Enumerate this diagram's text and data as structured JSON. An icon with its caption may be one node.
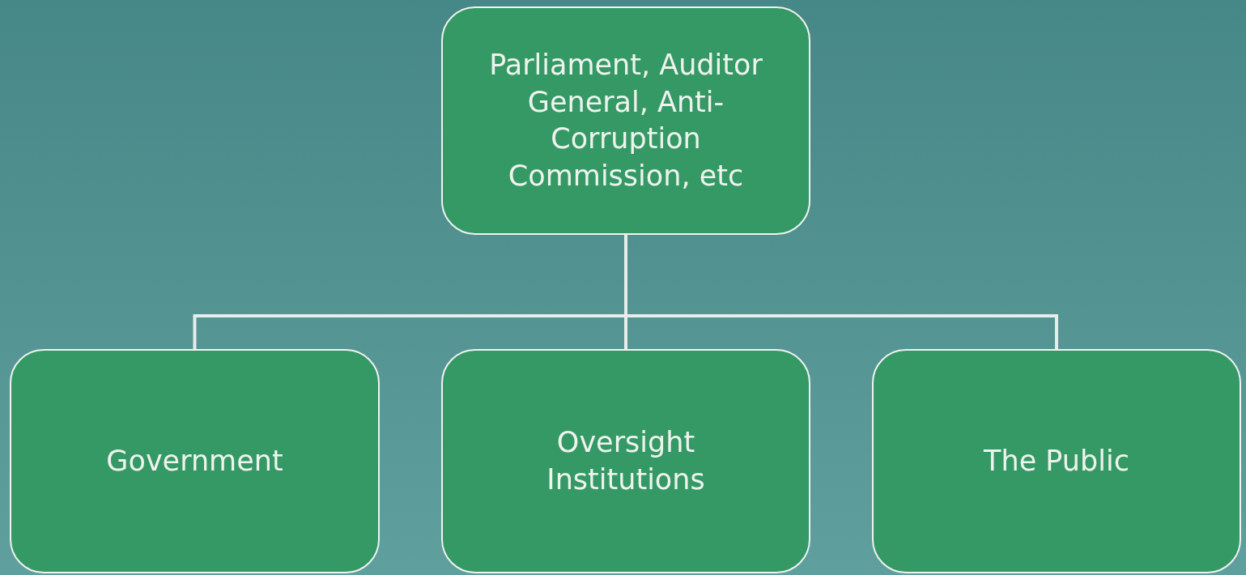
{
  "diagram": {
    "nodes": [
      {
        "text": [
          "Parliament, Auditor General, Anti-Corruption Commission, etc"
        ]
      },
      {
        "text": [
          "Government"
        ]
      },
      {
        "text": [
          "Oversight Institutions"
        ]
      },
      {
        "text": [
          "The Public"
        ]
      }
    ],
    "edges": [
      {
        "from": 0,
        "to": 1,
        "arrow": "none"
      },
      {
        "from": 0,
        "to": 2,
        "arrow": "none"
      },
      {
        "from": 0,
        "to": 3,
        "arrow": "none"
      }
    ]
  }
}
